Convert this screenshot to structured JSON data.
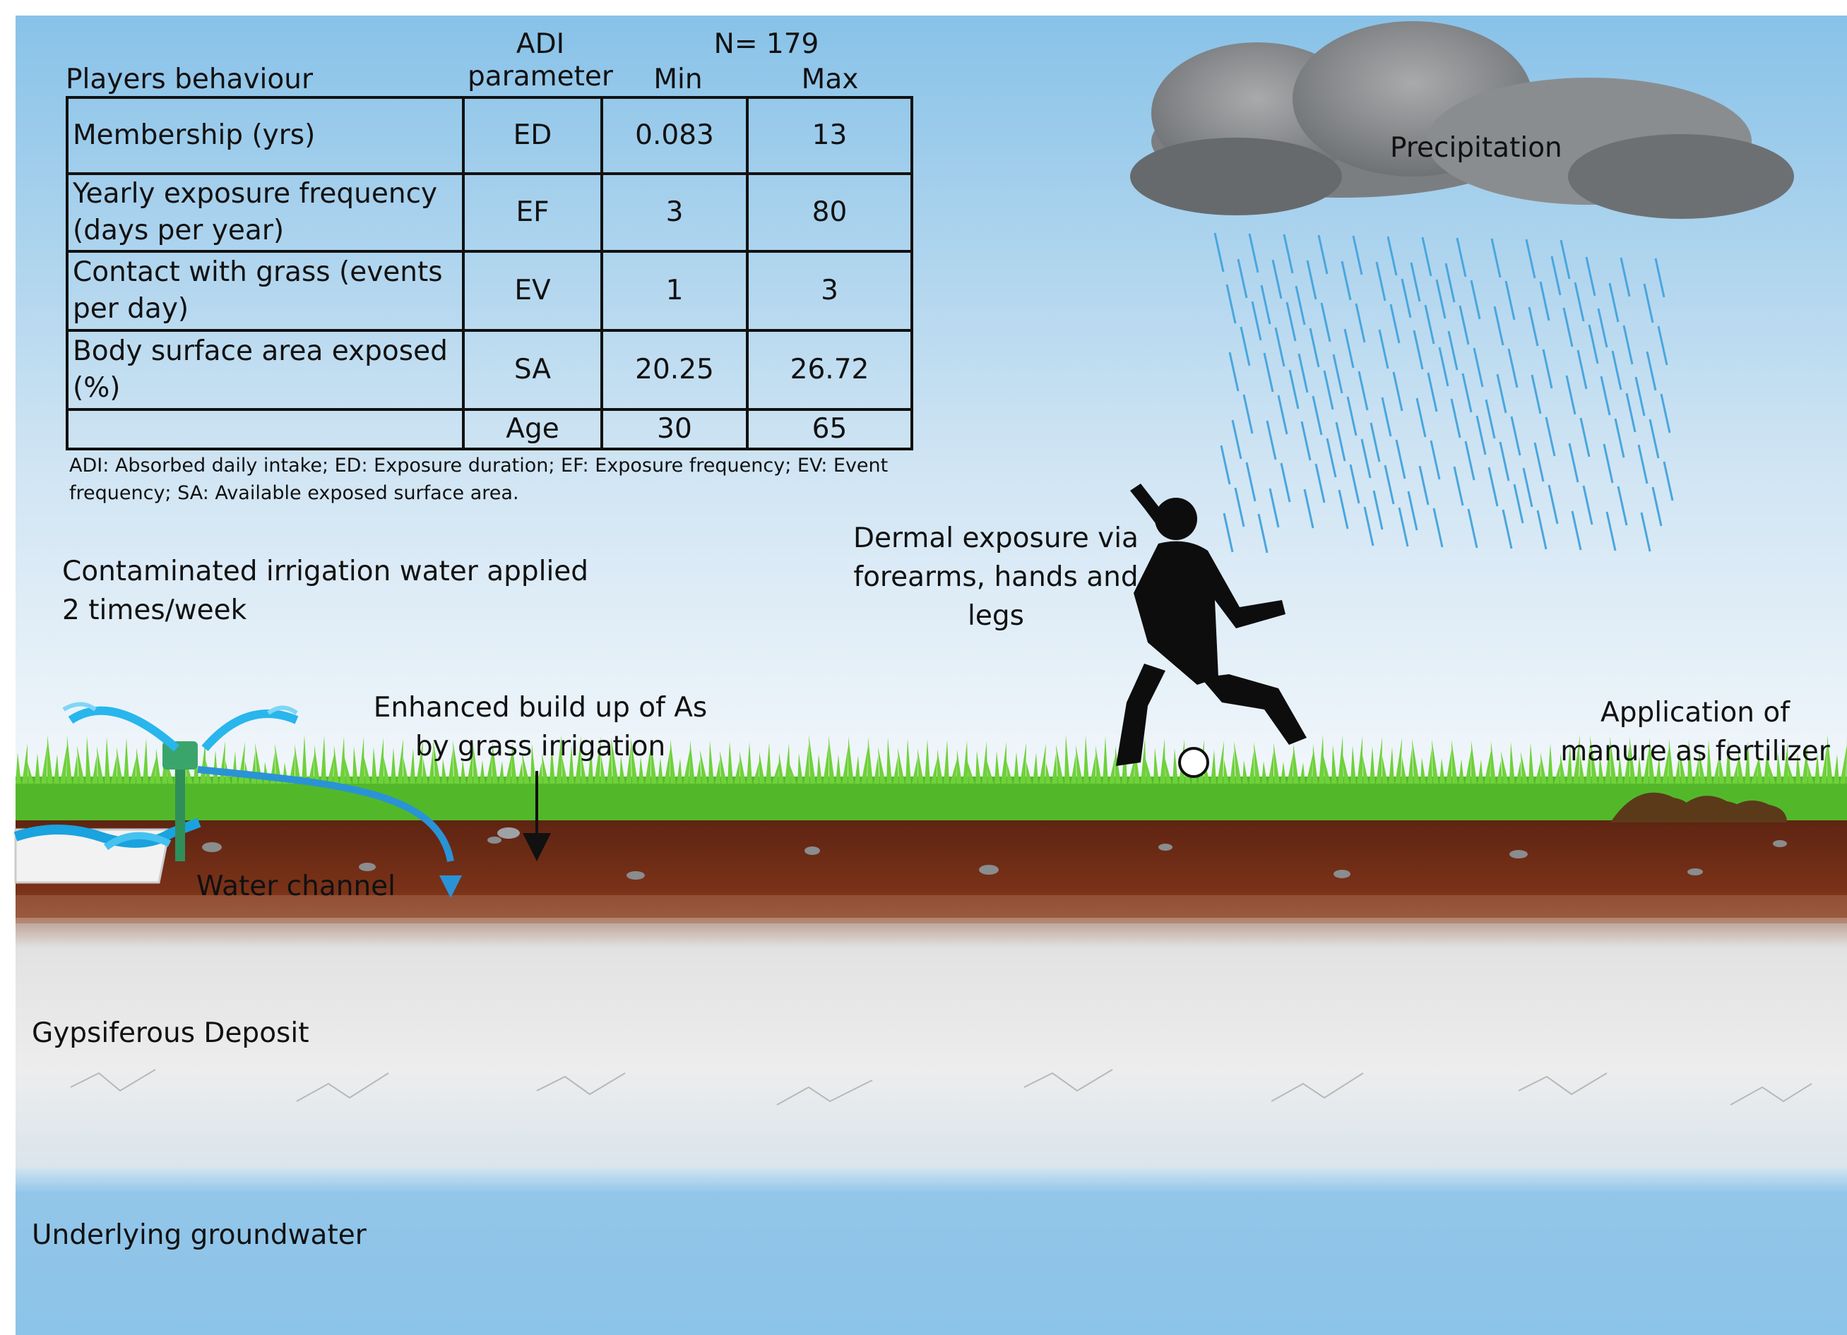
{
  "table": {
    "title": "Players behaviour",
    "col_param": "ADI parameter",
    "n_label": "N= 179",
    "col_min": "Min",
    "col_max": "Max",
    "rows": [
      {
        "label": "Membership (yrs)",
        "param": "ED",
        "min": "0.083",
        "max": "13"
      },
      {
        "label": "Yearly exposure frequency (days per year)",
        "param": "EF",
        "min": "3",
        "max": "80"
      },
      {
        "label": "Contact with grass (events per day)",
        "param": "EV",
        "min": "1",
        "max": "3"
      },
      {
        "label": "Body surface area exposed (%)",
        "param": "SA",
        "min": "20.25",
        "max": "26.72"
      },
      {
        "label": "",
        "param": "Age",
        "min": "30",
        "max": "65"
      }
    ],
    "footnote": "ADI: Absorbed daily intake; ED: Exposure duration; EF: Exposure frequency; EV: Event frequency; SA: Available exposed surface area."
  },
  "labels": {
    "irrigation": [
      "Contaminated irrigation water applied",
      "2 times/week"
    ],
    "build_up": [
      "Enhanced build up of As",
      "by grass irrigation"
    ],
    "dermal": [
      "Dermal exposure via",
      "forearms, hands and",
      "legs"
    ],
    "manure": [
      "Application of",
      "manure as fertilizer"
    ],
    "precipitation": "Precipitation",
    "water_channel": "Water channel",
    "gypsum": "Gypsiferous Deposit",
    "groundwater": "Underlying groundwater"
  },
  "colors": {
    "sky_top": "#8cc4e8",
    "sky_bottom": "#f4f8fb",
    "grass": "#5cc232",
    "soil": "#6e2b16",
    "gypsum": "#e6e6e6",
    "groundwater": "#8dc4e8",
    "water_arrow": "#2a93d5"
  }
}
